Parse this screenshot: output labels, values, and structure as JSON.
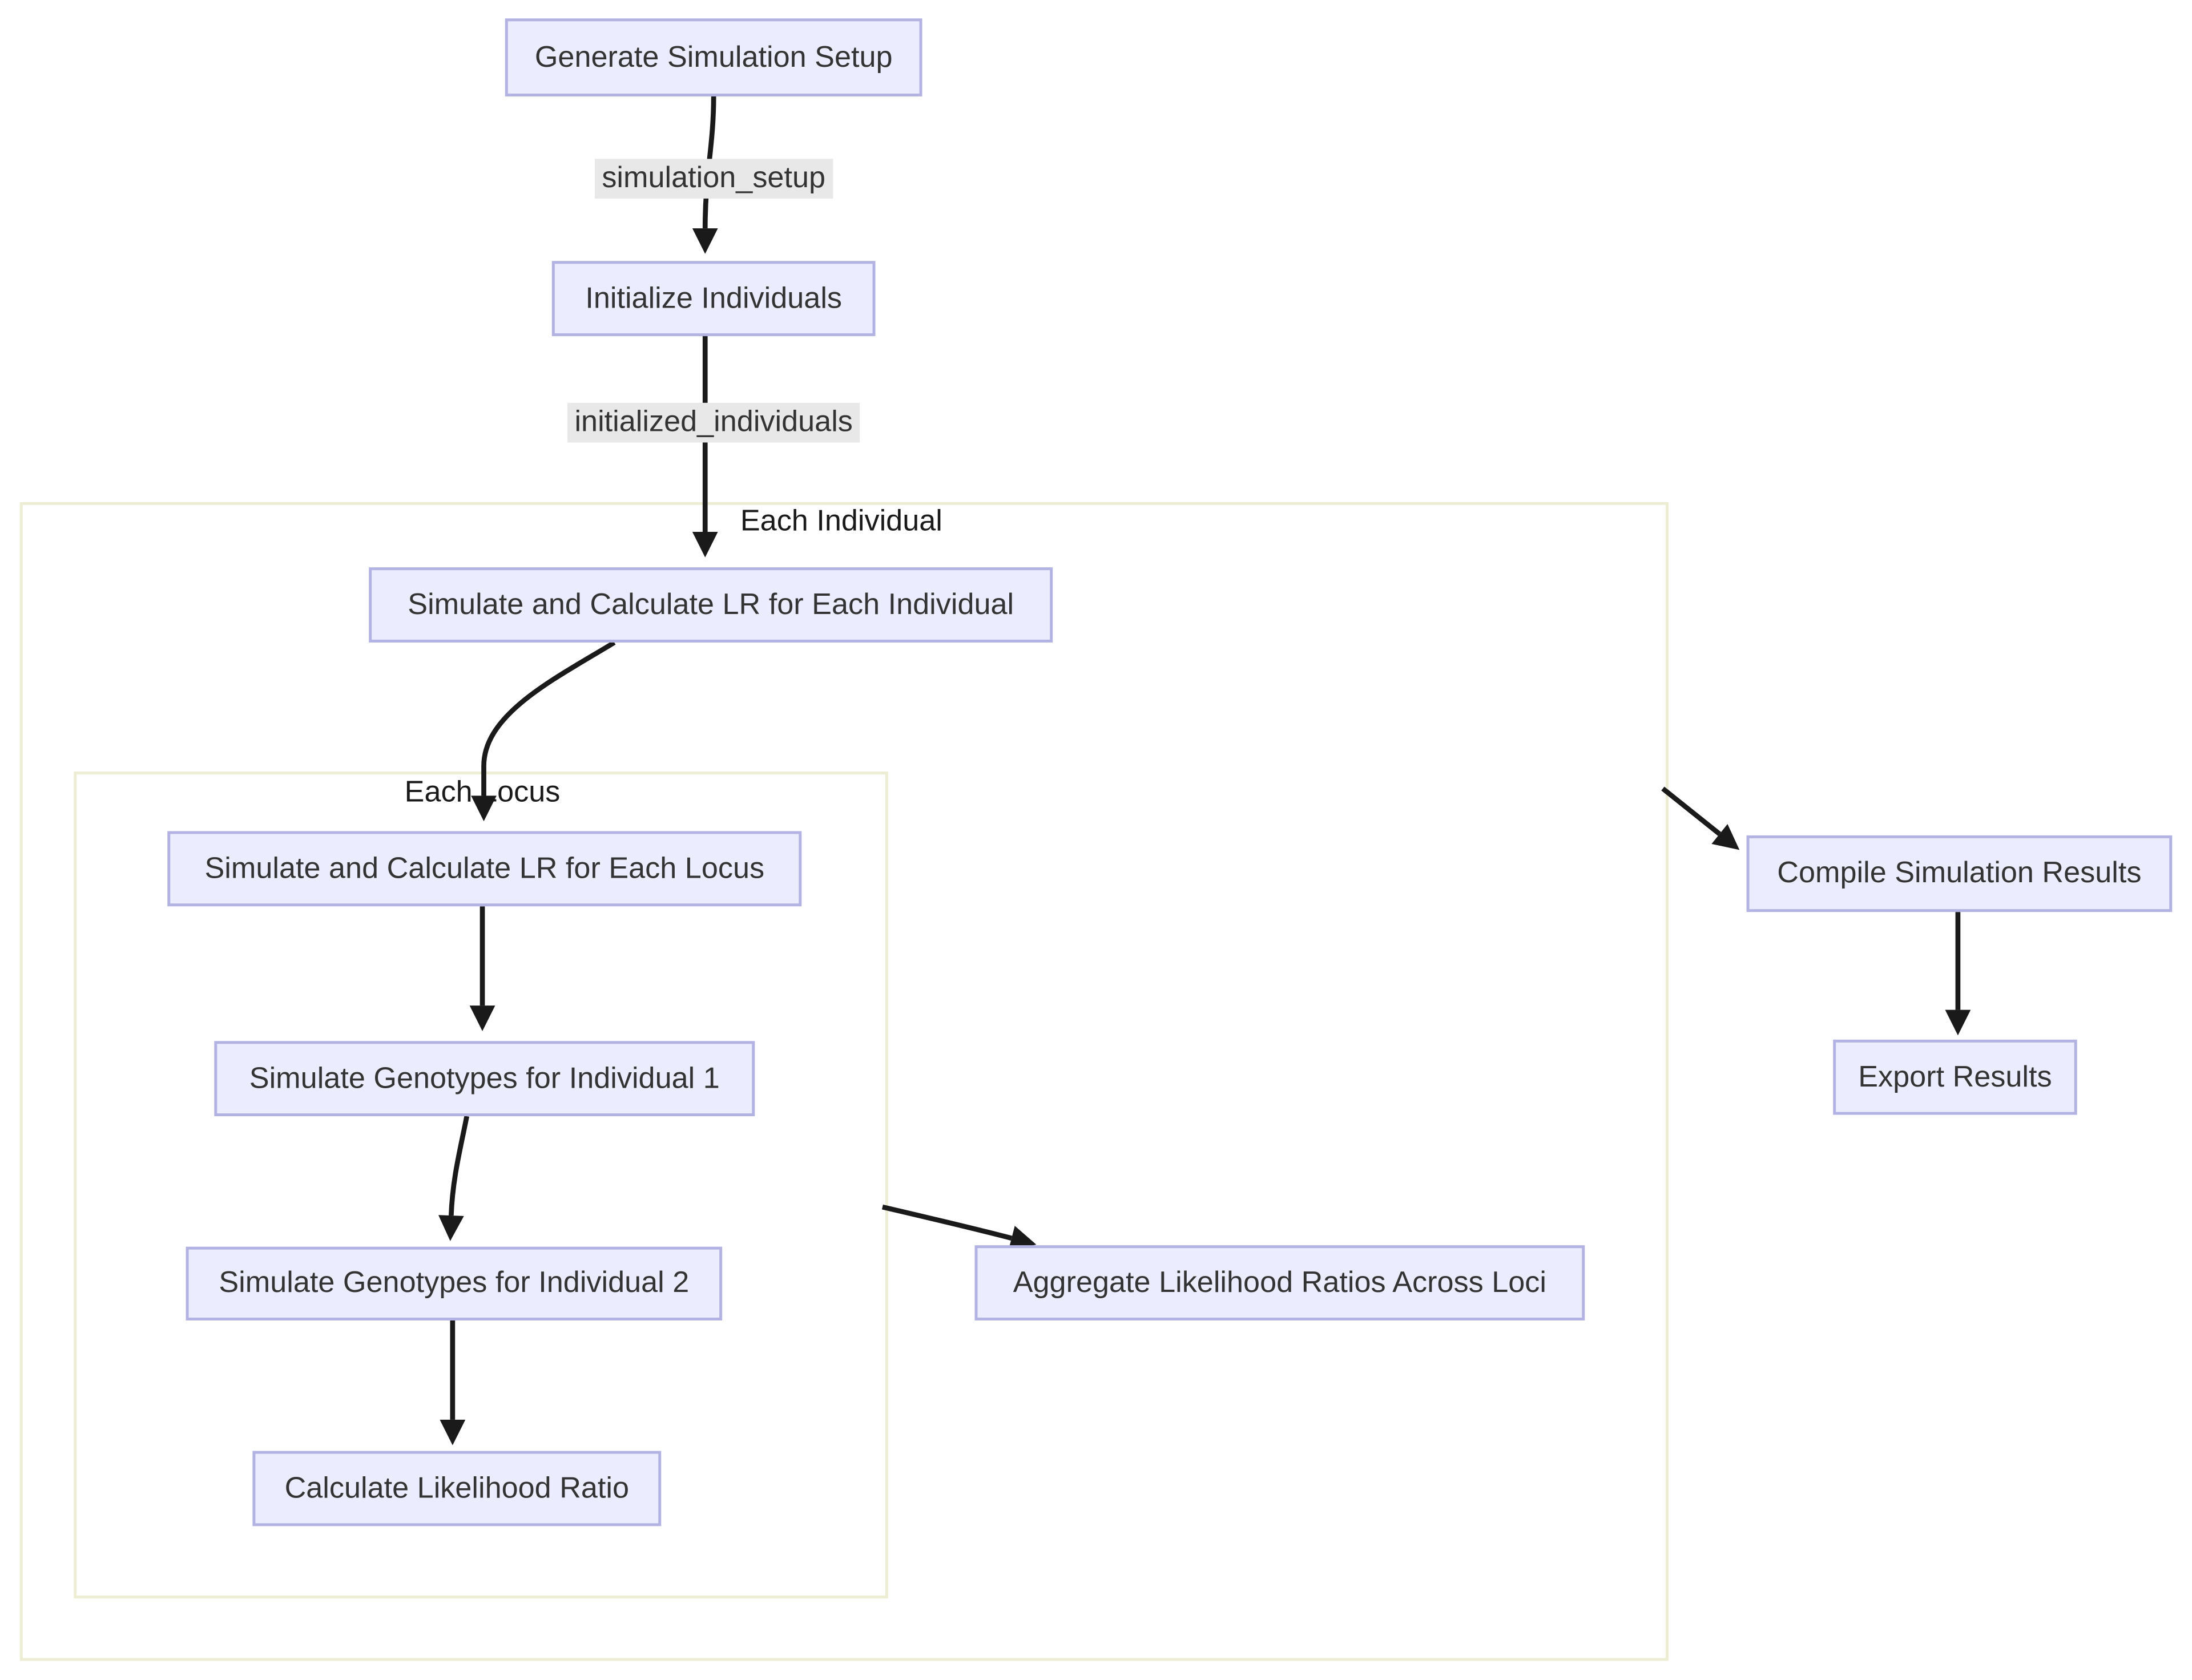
{
  "diagram": {
    "type": "flowchart",
    "direction": "top-down",
    "nodes": [
      {
        "id": "generate_simulation_setup",
        "label": "Generate Simulation Setup"
      },
      {
        "id": "initialize_individuals",
        "label": "Initialize Individuals"
      },
      {
        "id": "simulate_calculate_lr_each_individual",
        "label": "Simulate and Calculate LR for Each Individual"
      },
      {
        "id": "simulate_calculate_lr_each_locus",
        "label": "Simulate and Calculate LR for Each Locus"
      },
      {
        "id": "simulate_genotypes_individual_1",
        "label": "Simulate Genotypes for Individual 1"
      },
      {
        "id": "simulate_genotypes_individual_2",
        "label": "Simulate Genotypes for Individual 2"
      },
      {
        "id": "calculate_likelihood_ratio",
        "label": "Calculate Likelihood Ratio"
      },
      {
        "id": "aggregate_likelihood_ratios",
        "label": "Aggregate Likelihood Ratios Across Loci"
      },
      {
        "id": "compile_simulation_results",
        "label": "Compile Simulation Results"
      },
      {
        "id": "export_results",
        "label": "Export Results"
      }
    ],
    "subgraphs": [
      {
        "id": "each_individual",
        "title": "Each Individual"
      },
      {
        "id": "each_locus",
        "title": "Each Locus"
      }
    ],
    "edge_labels": [
      {
        "id": "simulation_setup",
        "label": "simulation_setup"
      },
      {
        "id": "initialized_individuals",
        "label": "initialized_individuals"
      }
    ],
    "edges": [
      {
        "from": "generate_simulation_setup",
        "to": "initialize_individuals",
        "label": "simulation_setup"
      },
      {
        "from": "initialize_individuals",
        "to": "simulate_calculate_lr_each_individual",
        "label": "initialized_individuals"
      },
      {
        "from": "simulate_calculate_lr_each_individual",
        "to": "simulate_calculate_lr_each_locus",
        "label": ""
      },
      {
        "from": "simulate_calculate_lr_each_locus",
        "to": "simulate_genotypes_individual_1",
        "label": ""
      },
      {
        "from": "simulate_genotypes_individual_1",
        "to": "simulate_genotypes_individual_2",
        "label": ""
      },
      {
        "from": "simulate_genotypes_individual_2",
        "to": "calculate_likelihood_ratio",
        "label": ""
      },
      {
        "from": "each_locus",
        "to": "aggregate_likelihood_ratios",
        "label": ""
      },
      {
        "from": "each_individual",
        "to": "compile_simulation_results",
        "label": ""
      },
      {
        "from": "compile_simulation_results",
        "to": "export_results",
        "label": ""
      }
    ],
    "colors": {
      "node_fill": "#ECECFF",
      "node_border": "#b3b3e3",
      "cluster_border": "#ededd3",
      "edge_label_bg": "#e8e8e8",
      "edge_color": "#1a1a1a",
      "node_text": "#333333",
      "title_text": "#1a1a1a"
    }
  }
}
